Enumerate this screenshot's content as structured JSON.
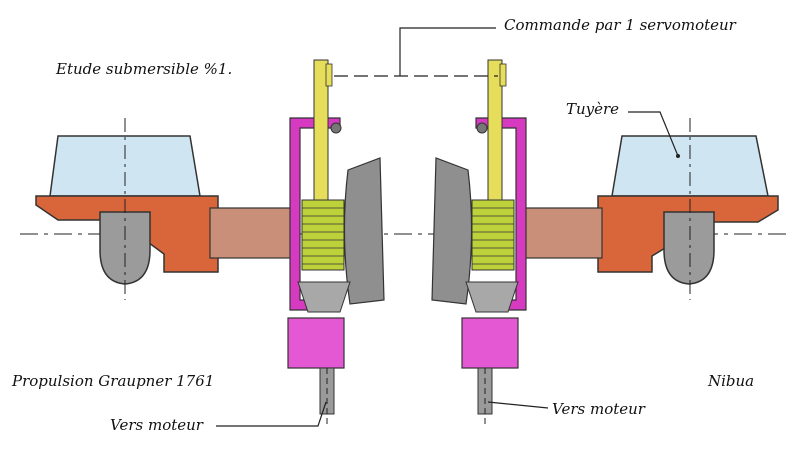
{
  "labels": {
    "command": "Commande par 1 servomoteur",
    "study": "Etude submersible %1.",
    "nozzle": "Tuyère",
    "propulsion": "Propulsion Graupner 1761",
    "author": "Nibua",
    "motor_left": "Vers moteur",
    "motor_right": "Vers moteur"
  },
  "colors": {
    "nozzle_fill": "#cfe6f2",
    "hull_orange": "#d9663a",
    "shaft_brown": "#c98f78",
    "frame_magenta": "#d63ac0",
    "rack_yellow": "#e6dd5a",
    "gear_gray": "#8f8f8f",
    "lower_box": "#e558d4"
  }
}
